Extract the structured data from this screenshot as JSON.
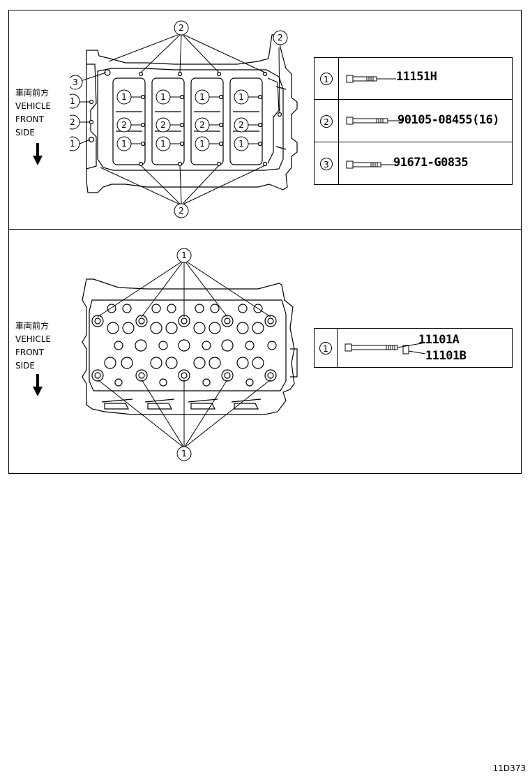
{
  "direction_label": {
    "jp": "車両前方",
    "line1": "VEHICLE",
    "line2": "FRONT",
    "line3": "SIDE"
  },
  "top_table": {
    "rows": [
      {
        "index": "1",
        "part_no": "11151H"
      },
      {
        "index": "2",
        "part_no": "90105-08455(16)"
      },
      {
        "index": "3",
        "part_no": "91671-G0835"
      }
    ]
  },
  "bottom_table": {
    "index": "1",
    "part_no_a": "11101A",
    "part_no_b": "11101B"
  },
  "callouts": {
    "one": "1",
    "two": "2",
    "three": "3"
  },
  "footer": {
    "code": "11D373"
  }
}
